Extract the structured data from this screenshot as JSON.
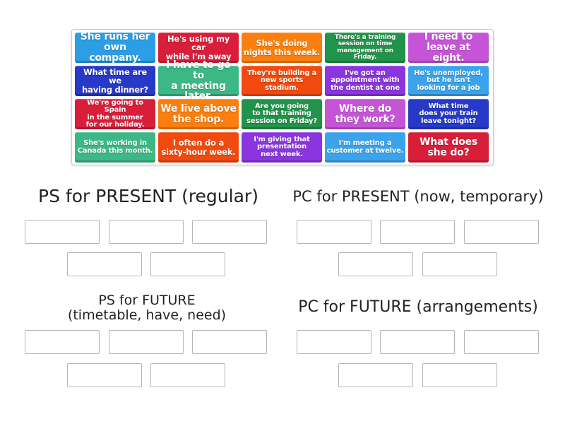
{
  "tiles": [
    {
      "text": "She runs her\nown company.",
      "color": "#2b9ee6"
    },
    {
      "text": "He's using my car\nwhile I'm away",
      "color": "#d91e3a"
    },
    {
      "text": "She's doing\nnights this week.",
      "color": "#fb7f0e"
    },
    {
      "text": "There's a training\nsession on time\nmanagement on Friday.",
      "color": "#22934a"
    },
    {
      "text": "I need to\nleave at eight.",
      "color": "#c555d6"
    },
    {
      "text": "What time are we\nhaving dinner?",
      "color": "#2639c8"
    },
    {
      "text": "I have to go to\na meeting later.",
      "color": "#3bb886"
    },
    {
      "text": "They're building a\nnew sports stadium.",
      "color": "#f1490e"
    },
    {
      "text": "I've got an\nappointment with\nthe dentist at one",
      "color": "#8a35e0"
    },
    {
      "text": "He's unemployed,\nbut he isn't\nlooking for a job",
      "color": "#3aa3ec"
    },
    {
      "text": "We're going to Spain\nin the summer\nfor our holiday.",
      "color": "#d91e3a"
    },
    {
      "text": "We live above\nthe shop.",
      "color": "#fb7f0e"
    },
    {
      "text": "Are you going\nto that training\nsession on Friday?",
      "color": "#22934a"
    },
    {
      "text": "Where do\nthey work?",
      "color": "#c555d6"
    },
    {
      "text": "What time\ndoes your train\nleave tonight?",
      "color": "#2639c8"
    },
    {
      "text": "She's working in\nCanada this month.",
      "color": "#3bb886"
    },
    {
      "text": "I often do a\nsixty-hour week.",
      "color": "#f1490e"
    },
    {
      "text": "I'm giving that\npresentation\nnext week.",
      "color": "#8a35e0"
    },
    {
      "text": "I'm meeting a\ncustomer at twelve.",
      "color": "#3aa3ec"
    },
    {
      "text": "What does\nshe do?",
      "color": "#d91e3a"
    }
  ],
  "groups": [
    {
      "title": "PS for PRESENT (regular)",
      "slots": 5
    },
    {
      "title": "PC for PRESENT (now, temporary)",
      "slots": 5
    },
    {
      "title": "PS for FUTURE\n(timetable, have, need)",
      "slots": 5
    },
    {
      "title": "PC for FUTURE (arrangements)",
      "slots": 5
    }
  ]
}
